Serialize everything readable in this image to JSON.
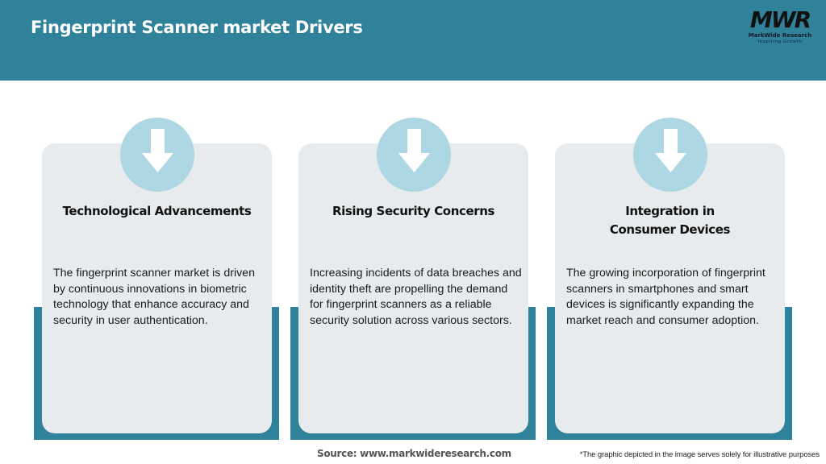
{
  "header": {
    "title": "Fingerprint Scanner market Drivers",
    "background_color": "#2f8299"
  },
  "logo": {
    "mark": "MWR",
    "name": "MarkWide Research",
    "tagline": "Inspiring Growth"
  },
  "cards": [
    {
      "icon": "arrow-down-icon",
      "title": "Technological Advancements",
      "body": "The fingerprint scanner market is driven by continuous innovations in biometric technology that enhance accuracy and security in user authentication."
    },
    {
      "icon": "arrow-down-icon",
      "title": "Rising Security Concerns",
      "body": "Increasing incidents of data breaches and identity theft are propelling the demand for fingerprint scanners as a reliable security solution across various sectors."
    },
    {
      "icon": "arrow-down-icon",
      "title": "Integration in Consumer Devices",
      "body": "The growing incorporation of fingerprint scanners in smartphones and smart devices is significantly expanding the market reach and consumer adoption."
    }
  ],
  "colors": {
    "accent": "#2f8299",
    "card_bg": "#e8ebed",
    "circle": "#acd7e3"
  },
  "footer": {
    "source": "Source: www.markwideresearch.com",
    "disclaimer": "*The graphic depicted in the image serves solely for illustrative purposes"
  }
}
